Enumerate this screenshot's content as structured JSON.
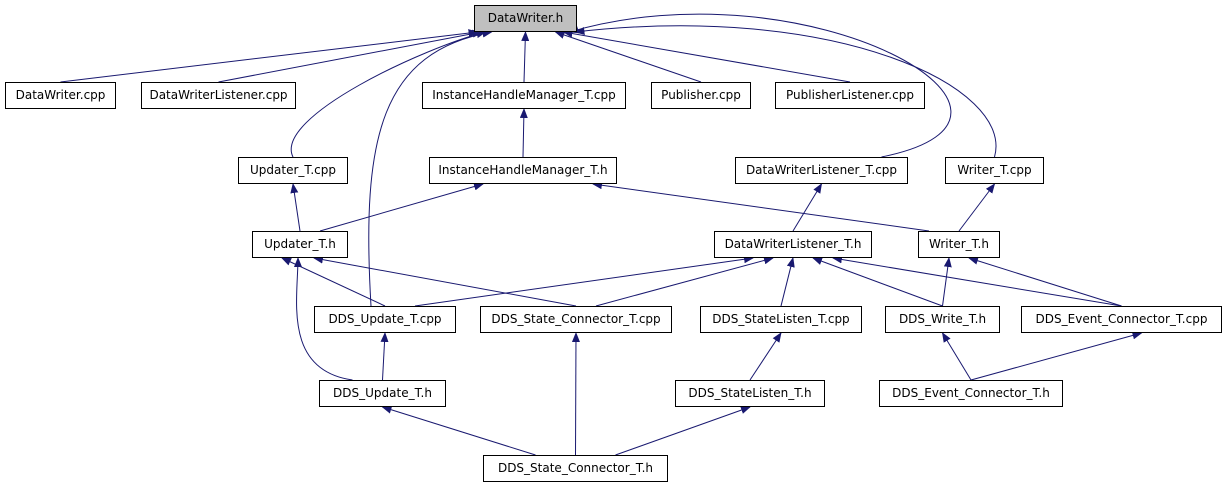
{
  "graph": {
    "nodes": [
      {
        "id": "datawriter_h",
        "label": "DataWriter.h",
        "root": true
      },
      {
        "id": "datawriter_cpp",
        "label": "DataWriter.cpp"
      },
      {
        "id": "datawriterlistener_cpp",
        "label": "DataWriterListener.cpp"
      },
      {
        "id": "instancehandlemanager_t_cpp",
        "label": "InstanceHandleManager_T.cpp"
      },
      {
        "id": "publisher_cpp",
        "label": "Publisher.cpp"
      },
      {
        "id": "publisherlistener_cpp",
        "label": "PublisherListener.cpp"
      },
      {
        "id": "updater_t_cpp",
        "label": "Updater_T.cpp"
      },
      {
        "id": "instancehandlemanager_t_h",
        "label": "InstanceHandleManager_T.h"
      },
      {
        "id": "datawriterlistener_t_cpp",
        "label": "DataWriterListener_T.cpp"
      },
      {
        "id": "writer_t_cpp",
        "label": "Writer_T.cpp"
      },
      {
        "id": "updater_t_h",
        "label": "Updater_T.h"
      },
      {
        "id": "datawriterlistener_t_h",
        "label": "DataWriterListener_T.h"
      },
      {
        "id": "writer_t_h",
        "label": "Writer_T.h"
      },
      {
        "id": "dds_update_t_cpp",
        "label": "DDS_Update_T.cpp"
      },
      {
        "id": "dds_state_connector_t_cpp",
        "label": "DDS_State_Connector_T.cpp"
      },
      {
        "id": "dds_statelisten_t_cpp",
        "label": "DDS_StateListen_T.cpp"
      },
      {
        "id": "dds_write_t_h",
        "label": "DDS_Write_T.h"
      },
      {
        "id": "dds_event_connector_t_cpp",
        "label": "DDS_Event_Connector_T.cpp"
      },
      {
        "id": "dds_update_t_h",
        "label": "DDS_Update_T.h"
      },
      {
        "id": "dds_statelisten_t_h",
        "label": "DDS_StateListen_T.h"
      },
      {
        "id": "dds_event_connector_t_h",
        "label": "DDS_Event_Connector_T.h"
      },
      {
        "id": "dds_state_connector_t_h",
        "label": "DDS_State_Connector_T.h"
      }
    ],
    "edges": [
      {
        "from": "datawriter_cpp",
        "to": "datawriter_h"
      },
      {
        "from": "datawriterlistener_cpp",
        "to": "datawriter_h"
      },
      {
        "from": "instancehandlemanager_t_cpp",
        "to": "datawriter_h"
      },
      {
        "from": "publisher_cpp",
        "to": "datawriter_h"
      },
      {
        "from": "publisherlistener_cpp",
        "to": "datawriter_h"
      },
      {
        "from": "updater_t_cpp",
        "to": "datawriter_h"
      },
      {
        "from": "dds_update_t_cpp",
        "to": "datawriter_h"
      },
      {
        "from": "datawriterlistener_t_cpp",
        "to": "datawriter_h"
      },
      {
        "from": "writer_t_cpp",
        "to": "datawriter_h"
      },
      {
        "from": "instancehandlemanager_t_h",
        "to": "instancehandlemanager_t_cpp"
      },
      {
        "from": "updater_t_h",
        "to": "updater_t_cpp"
      },
      {
        "from": "updater_t_h",
        "to": "instancehandlemanager_t_h"
      },
      {
        "from": "writer_t_h",
        "to": "instancehandlemanager_t_h"
      },
      {
        "from": "datawriterlistener_t_h",
        "to": "datawriterlistener_t_cpp"
      },
      {
        "from": "writer_t_h",
        "to": "writer_t_cpp"
      },
      {
        "from": "dds_update_t_cpp",
        "to": "updater_t_h"
      },
      {
        "from": "dds_state_connector_t_cpp",
        "to": "updater_t_h"
      },
      {
        "from": "dds_update_t_h",
        "to": "updater_t_h"
      },
      {
        "from": "dds_update_t_cpp",
        "to": "datawriterlistener_t_h"
      },
      {
        "from": "dds_state_connector_t_cpp",
        "to": "datawriterlistener_t_h"
      },
      {
        "from": "dds_statelisten_t_cpp",
        "to": "datawriterlistener_t_h"
      },
      {
        "from": "dds_write_t_h",
        "to": "datawriterlistener_t_h"
      },
      {
        "from": "dds_event_connector_t_cpp",
        "to": "datawriterlistener_t_h"
      },
      {
        "from": "dds_write_t_h",
        "to": "writer_t_h"
      },
      {
        "from": "dds_event_connector_t_cpp",
        "to": "writer_t_h"
      },
      {
        "from": "dds_update_t_h",
        "to": "dds_update_t_cpp"
      },
      {
        "from": "dds_state_connector_t_h",
        "to": "dds_state_connector_t_cpp"
      },
      {
        "from": "dds_statelisten_t_h",
        "to": "dds_statelisten_t_cpp"
      },
      {
        "from": "dds_event_connector_t_h",
        "to": "dds_write_t_h"
      },
      {
        "from": "dds_event_connector_t_h",
        "to": "dds_event_connector_t_cpp"
      },
      {
        "from": "dds_state_connector_t_h",
        "to": "dds_update_t_h"
      },
      {
        "from": "dds_state_connector_t_h",
        "to": "dds_statelisten_t_h"
      }
    ],
    "colors": {
      "edge": "#191970",
      "node_border": "#000000",
      "root_fill": "#bfbfbf",
      "node_fill": "#ffffff"
    }
  }
}
